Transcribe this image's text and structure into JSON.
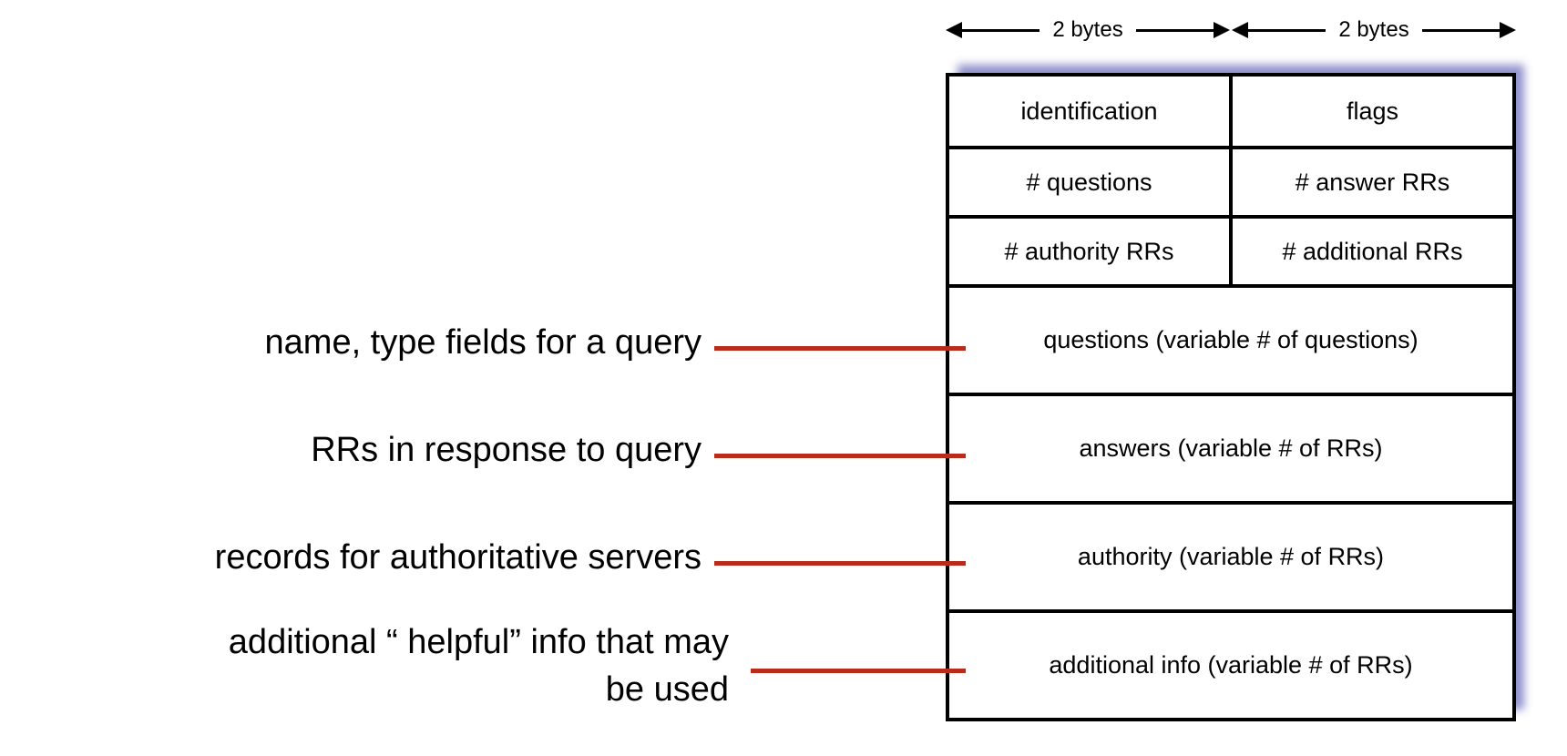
{
  "byte_labels": [
    "2 bytes",
    "2 bytes"
  ],
  "table": {
    "header_rows": [
      {
        "left": "identification",
        "right": "flags"
      },
      {
        "left": "# questions",
        "right": "# answer RRs"
      },
      {
        "left": "# authority RRs",
        "right": "# additional RRs"
      }
    ],
    "variable_rows": [
      "questions (variable # of questions)",
      "answers (variable # of RRs)",
      "authority (variable # of RRs)",
      "additional info (variable # of RRs)"
    ]
  },
  "annotations": [
    {
      "label": "name, type fields for a query"
    },
    {
      "label": "RRs in response to query"
    },
    {
      "label": "records for authoritative servers"
    },
    {
      "line1": "additional “ helpful” info that may",
      "line2": "be used"
    }
  ],
  "colors": {
    "connector_red": "#B92B1B",
    "shadow_purple": "#9393CE",
    "border_black": "#000000"
  }
}
